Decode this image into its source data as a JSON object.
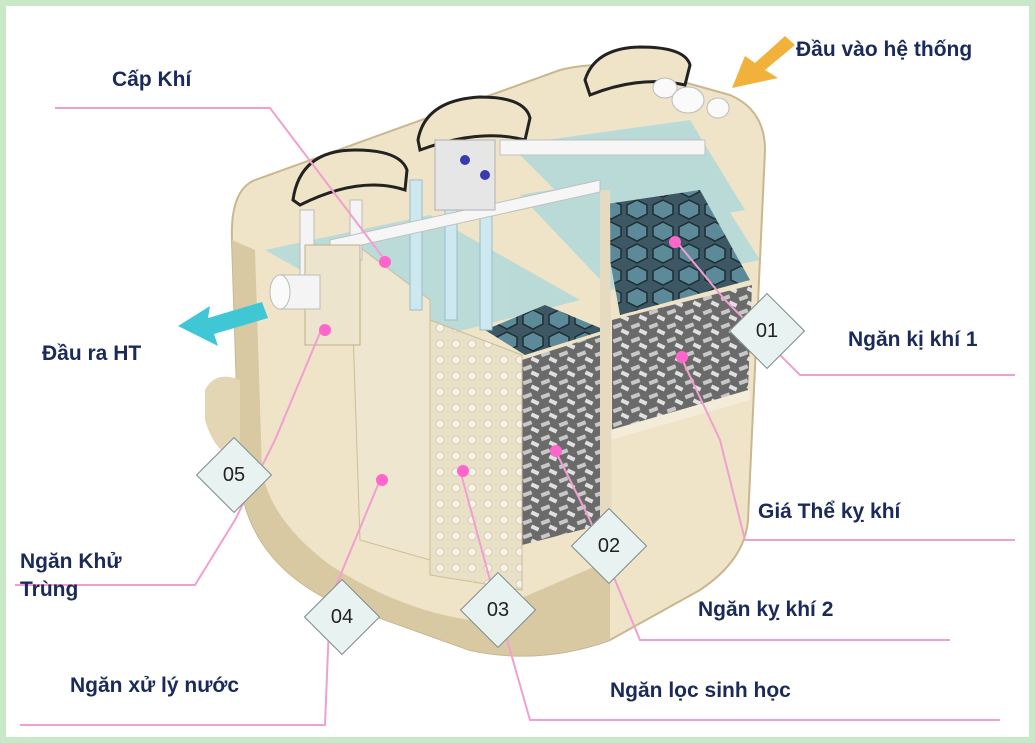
{
  "labels": {
    "inlet": "Đầu vào hệ thống",
    "air_supply": "Cấp Khí",
    "outlet": "Đầu ra  HT",
    "anaerobic_1": "Ngăn kị khí 1",
    "anaerobic_media": "Giá Thể kỵ khí",
    "disinfection": "Ngăn Khử Trùng",
    "anaerobic_2": "Ngăn kỵ khí 2",
    "water_treatment": "Ngăn xử lý nước",
    "bio_filter": "Ngăn lọc sinh học"
  },
  "markers": [
    "01",
    "02",
    "03",
    "04",
    "05"
  ],
  "colors": {
    "tank": "#efe4c8",
    "tank_shadow": "#d9c9a3",
    "water": "#8fd3e6",
    "inlet_arrow": "#f2b13b",
    "outlet_arrow": "#3fc7d6",
    "leader": "#f0a0d0",
    "label_text": "#1a2a5a",
    "border": "#c8e8c8"
  }
}
